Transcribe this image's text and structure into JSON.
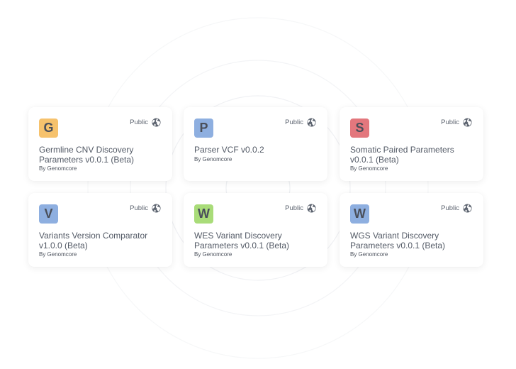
{
  "colors": {
    "badge_orange": "#f6c26d",
    "badge_blue": "#8eafe0",
    "badge_red": "#e3777d",
    "badge_green": "#a9dc79"
  },
  "cards": [
    {
      "badge_letter": "G",
      "badge_color": "#f6c26d",
      "visibility": "Public",
      "visibility_icon": "globe-icon",
      "title": "Germline CNV Discovery Parameters v0.0.1 (Beta)",
      "author": "By Genomcore"
    },
    {
      "badge_letter": "P",
      "badge_color": "#8eafe0",
      "visibility": "Public",
      "visibility_icon": "globe-icon",
      "title": "Parser VCF v0.0.2",
      "author": "By Genomcore"
    },
    {
      "badge_letter": "S",
      "badge_color": "#e3777d",
      "visibility": "Public",
      "visibility_icon": "globe-icon",
      "title": "Somatic Paired Parameters v0.0.1 (Beta)",
      "author": "By Genomcore"
    },
    {
      "badge_letter": "V",
      "badge_color": "#8eafe0",
      "visibility": "Public",
      "visibility_icon": "globe-icon",
      "title": "Variants Version Comparator v1.0.0 (Beta)",
      "author": "By Genomcore"
    },
    {
      "badge_letter": "W",
      "badge_color": "#a9dc79",
      "visibility": "Public",
      "visibility_icon": "globe-icon",
      "title": "WES Variant Discovery Parameters v0.0.1 (Beta)",
      "author": "By Genomcore"
    },
    {
      "badge_letter": "W",
      "badge_color": "#8eafe0",
      "visibility": "Public",
      "visibility_icon": "globe-icon",
      "title": "WGS Variant Discovery Parameters v0.0.1 (Beta)",
      "author": "By Genomcore"
    }
  ]
}
